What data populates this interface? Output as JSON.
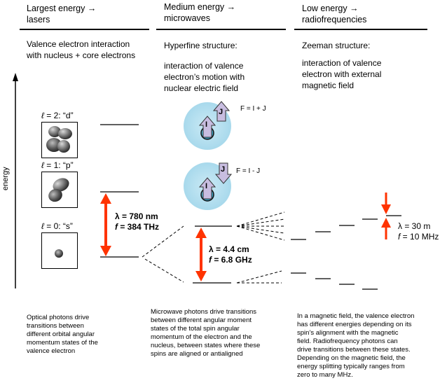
{
  "columns": {
    "left": {
      "heading_line1": "Largest energy →",
      "heading_line2": "lasers",
      "subtitle_line1": "Valence electron interaction",
      "subtitle_line2": "with nucleus + core electrons",
      "caption": [
        "Optical photons drive",
        "transitions between",
        "different orbital angular",
        "momentum states of the",
        "valence electron"
      ]
    },
    "middle": {
      "heading_line1": "Medium energy →",
      "heading_line2": "microwaves",
      "subtitle_line1": "Hyperfine structure:",
      "desc": [
        "interaction of valence",
        "electron’s motion with",
        "nuclear electric field"
      ],
      "caption": [
        "Microwave photons drive transitions",
        "between different angular moment",
        "states of the total spin angular",
        "momentum of the electron and the",
        "nucleus, between states where these",
        "spins are aligned or antialigned"
      ]
    },
    "right": {
      "heading_line1": "Low energy →",
      "heading_line2": "radiofrequencies",
      "subtitle_line1": "Zeeman structure:",
      "desc": [
        "interaction of valence",
        "electron with external",
        "magnetic field"
      ],
      "caption": [
        "In a magnetic field, the valence electron",
        "has different energies depending on its",
        "spin’s alignment with the magnetic",
        "field.  Radiofrequency photons can",
        "drive transitions between these states.",
        "Depending on the magnetic field, the",
        "energy splitting typically ranges from",
        "zero to many MHz."
      ]
    }
  },
  "axis": {
    "label": "energy"
  },
  "orbitals": [
    {
      "label_l": "ℓ",
      "label_rest": " = 2: “d”"
    },
    {
      "label_l": "ℓ",
      "label_rest": " = 1: “p”"
    },
    {
      "label_l": "ℓ",
      "label_rest": " = 0: “s”"
    }
  ],
  "transitions": {
    "optical": {
      "lambda": "λ = 780 nm",
      "freq_f": "f",
      "freq_rest": " = 384 THz"
    },
    "microwave": {
      "lambda": "λ = 4.4 cm",
      "freq_f": "f",
      "freq_rest": " = 6.8 GHz"
    },
    "rf": {
      "lambda": "λ = 30 m",
      "freq_f": "f",
      "freq_rest": " = 10 MHz"
    }
  },
  "spin_states": {
    "aligned": {
      "formula": "F = I + J",
      "nucleus": "I",
      "electron": "J"
    },
    "antialigned": {
      "formula": "F = I - J",
      "nucleus": "I",
      "electron": "J"
    }
  },
  "colors": {
    "arrow": "#ff3300",
    "atom_glow": "#b8e2f0",
    "spin_arrow": "#c8bde0",
    "text": "#000000"
  }
}
